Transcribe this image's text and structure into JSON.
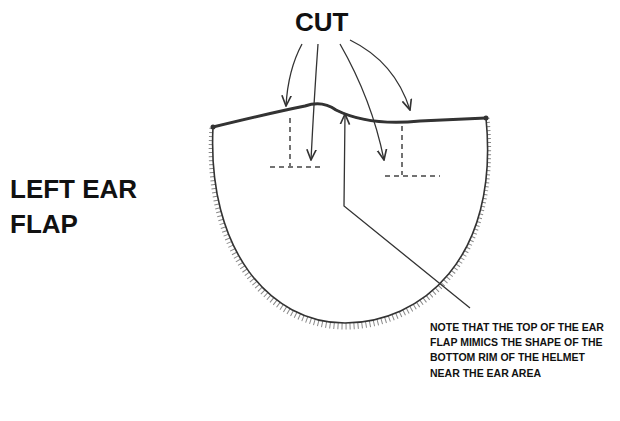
{
  "diagram": {
    "labels": [
      "CUT",
      "LEFT EAR FLAP",
      "NOTE THAT THE TOP OF THE EAR FLAP MIMICS THE SHAPE OF THE BOTTOM RIM OF THE HELMET NEAR THE EAR AREA"
    ]
  }
}
